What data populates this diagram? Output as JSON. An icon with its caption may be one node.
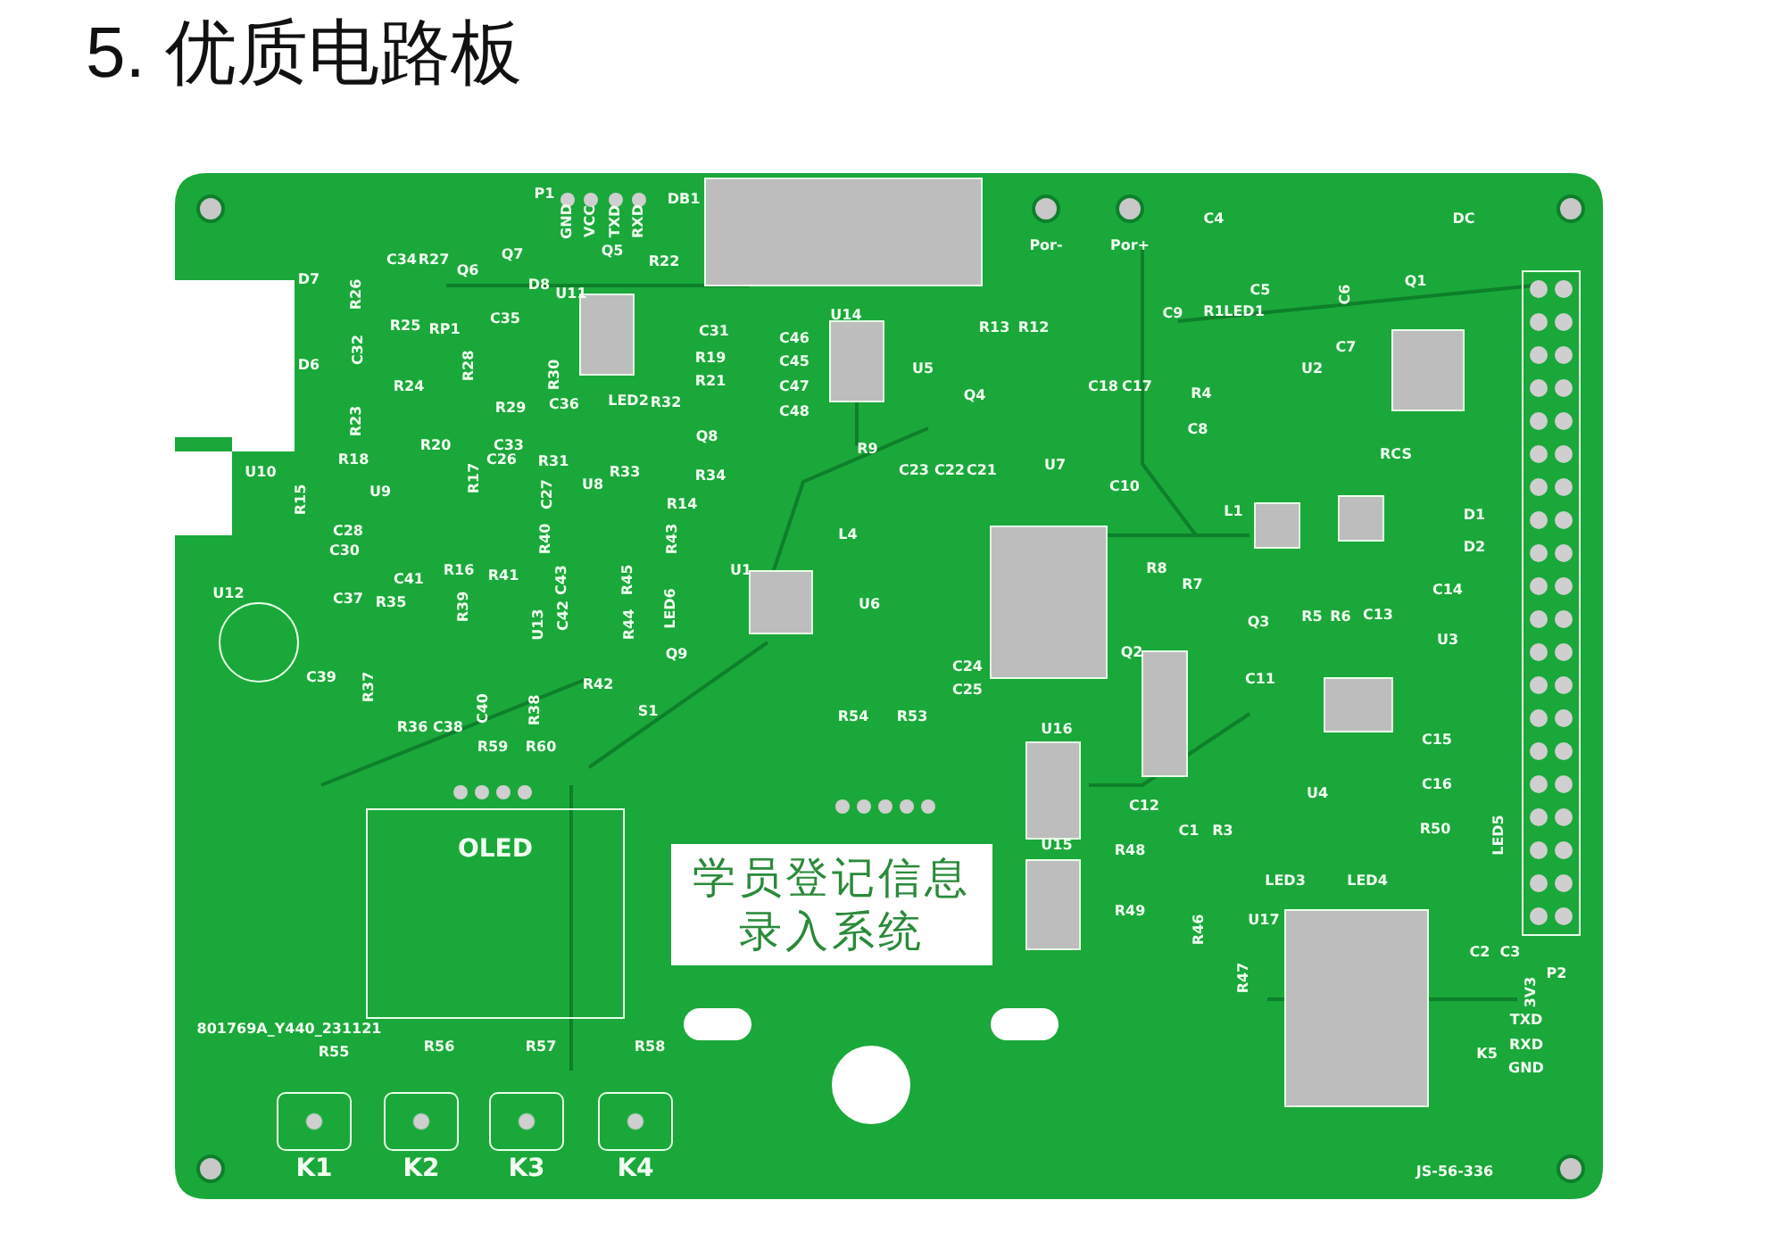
{
  "diagram": {
    "title": "5. 优质电路板",
    "nodes": [
      {
        "text": [
          "OLED"
        ]
      },
      {
        "text": [
          "学员登记信息录入系统"
        ]
      },
      {
        "text": [
          "K1"
        ]
      },
      {
        "text": [
          "K2"
        ]
      },
      {
        "text": [
          "K3"
        ]
      },
      {
        "text": [
          "K4"
        ]
      }
    ],
    "labels": [
      "P1",
      "GND",
      "VCC",
      "TXD",
      "RXD",
      "DB1",
      "C34",
      "R27",
      "Q7",
      "Q5",
      "R22",
      "Q6",
      "D7",
      "R26",
      "D8",
      "U11",
      "R25",
      "RP1",
      "C35",
      "C31",
      "C32",
      "R19",
      "D6",
      "R28",
      "R30",
      "R21",
      "R24",
      "R29",
      "C36",
      "LED2",
      "R32",
      "R23",
      "Q8",
      "R20",
      "C33",
      "R18",
      "C26",
      "R31",
      "U10",
      "R15",
      "U9",
      "R17",
      "C27",
      "U8",
      "R33",
      "R34",
      "R14",
      "C28",
      "R40",
      "R43",
      "C30",
      "R16",
      "C41",
      "R41",
      "C43",
      "R45",
      "U12",
      "C37",
      "R35",
      "R39",
      "U13",
      "C42",
      "R44",
      "LED6",
      "Q9",
      "C39",
      "R42",
      "R37",
      "C40",
      "R38",
      "S1",
      "R36",
      "C38",
      "DC",
      "Por-",
      "Por+",
      "C4",
      "Q1",
      "C5",
      "C6",
      "U14",
      "C9",
      "R1",
      "LED1",
      "R13",
      "R12",
      "C46",
      "C7",
      "C45",
      "U5",
      "U2",
      "C47",
      "Q4",
      "C18",
      "C17",
      "R4",
      "C48",
      "C8",
      "R9",
      "RCS",
      "U7",
      "C23",
      "C22",
      "C21",
      "C10",
      "L1",
      "D1",
      "L4",
      "D2",
      "U1",
      "R8",
      "R7",
      "C14",
      "U6",
      "Q3",
      "R5",
      "R6",
      "C13",
      "U3",
      "Q2",
      "C24",
      "C11",
      "C25",
      "R54",
      "R53",
      "U16",
      "C15",
      "R59",
      "R60",
      "C16",
      "U4",
      "C12",
      "C1",
      "R3",
      "R50",
      "LED5",
      "U15",
      "R48",
      "LED3",
      "LED4",
      "R49",
      "U17",
      "R46",
      "C2",
      "C3",
      "R47",
      "P2",
      "3V3",
      "TXD",
      "RXD",
      "K5",
      "GND",
      "801769A_Y440_231121",
      "R55",
      "R56",
      "R57",
      "R58",
      "JS-56-336"
    ]
  }
}
